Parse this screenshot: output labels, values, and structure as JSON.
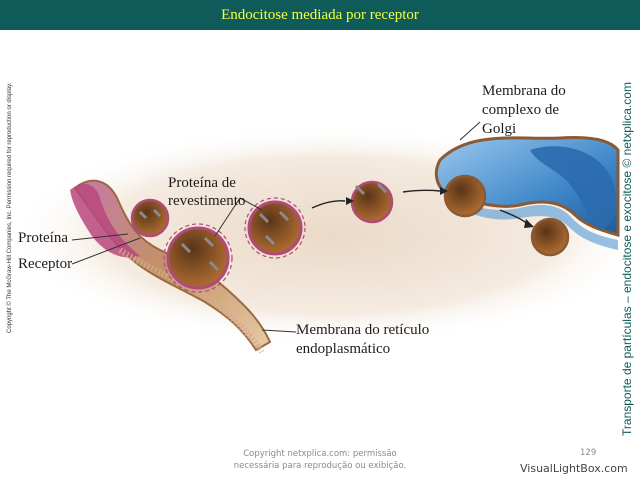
{
  "slide": {
    "title": "Endocitose mediada por receptor",
    "page_number": "129",
    "footer_line1": "Copyright netxplica.com: permissão",
    "footer_line2": "necessária para reprodução ou exibição.",
    "vertical_copyright": "Copyright © The McGraw-Hill Companies, Inc. Permission required for reproduction or display.",
    "vertical_site": "Transporte de partículas – endocitose e exocitose © netxplica.com",
    "watermark": "VisualLightBox.com"
  },
  "labels": {
    "membrana_golgi_1": "Membrana do",
    "membrana_golgi_2": "complexo de",
    "membrana_golgi_3": "Golgi",
    "proteina_revestimento_1": "Proteína de",
    "proteina_revestimento_2": "revestimento",
    "proteina": "Proteína",
    "receptor": "Receptor",
    "reticulo_1": "Membrana do retículo",
    "reticulo_2": "endoplasmático"
  },
  "colors": {
    "title_bar": "#0f5b5a",
    "title_text": "#f5ff3c",
    "golgi_blue": "#3f88c9",
    "vesicle_brown": "#9a5f2c",
    "coat_pink": "#b04a7a"
  }
}
